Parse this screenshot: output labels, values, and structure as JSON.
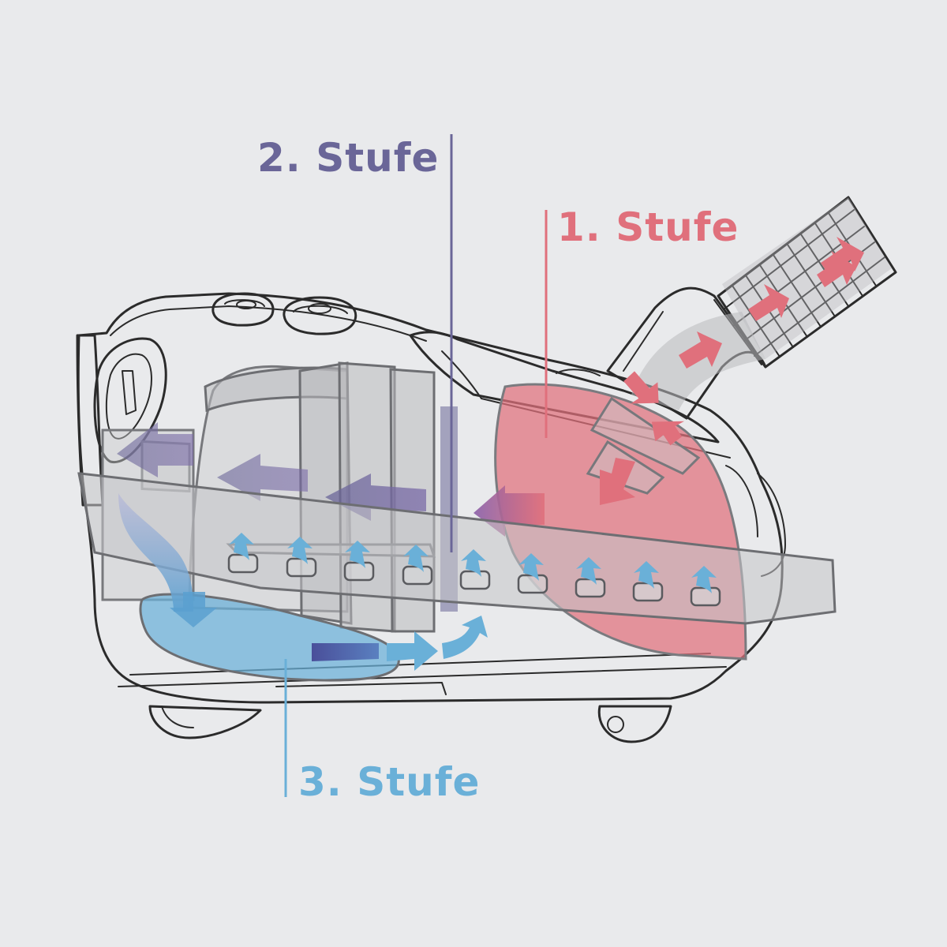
{
  "diagram": {
    "labels": {
      "stage_1": "1. Stufe",
      "stage_2": "2. Stufe",
      "stage_3": "3. Stufe"
    },
    "colors": {
      "background": "#e9eaec",
      "stage_1": "#e0707c",
      "stage_2": "#6a6698",
      "stage_3": "#6ab0d8",
      "outline": "#2b2b2b",
      "component_gray": "#a9aaad"
    },
    "icons": [
      "airflow-arrow-icon",
      "upward-curved-arrow-icon"
    ]
  }
}
